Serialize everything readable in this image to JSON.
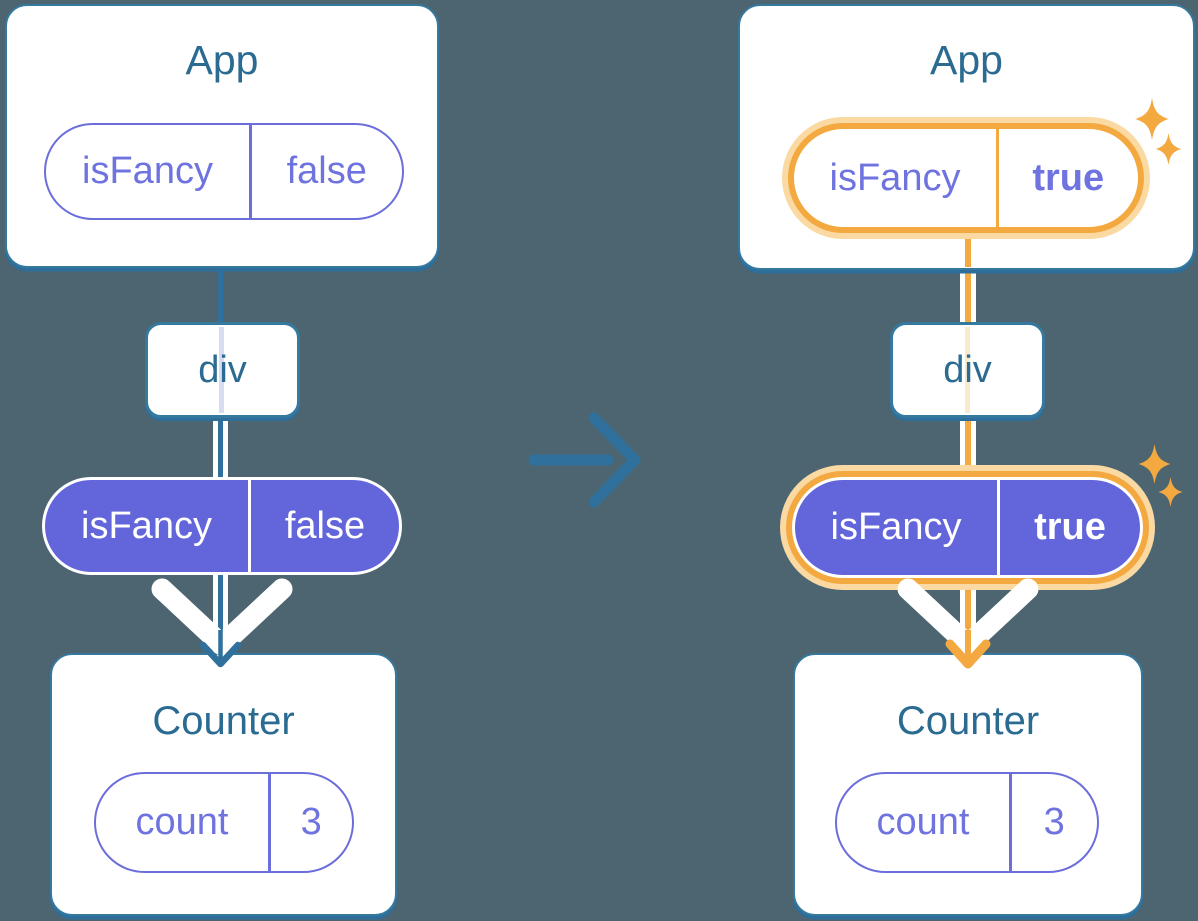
{
  "diagram": {
    "description": "Passing state down: isFancy prop flows from App through div to Counter",
    "transition": "before-to-after"
  },
  "trees": {
    "before": {
      "app": {
        "title": "App",
        "prop": {
          "label": "isFancy",
          "value": "false"
        }
      },
      "middle": {
        "label": "div"
      },
      "passed": {
        "label": "isFancy",
        "value": "false"
      },
      "counter": {
        "title": "Counter",
        "state": {
          "label": "count",
          "value": "3"
        }
      }
    },
    "after": {
      "app": {
        "title": "App",
        "prop": {
          "label": "isFancy",
          "value": "true"
        }
      },
      "middle": {
        "label": "div"
      },
      "passed": {
        "label": "isFancy",
        "value": "true"
      },
      "counter": {
        "title": "Counter",
        "state": {
          "label": "count",
          "value": "3"
        }
      }
    }
  },
  "colors": {
    "background": "#4C6571",
    "card_stroke": "#35799F",
    "heading_text": "#2B6B92",
    "purple_fill": "#6365DA",
    "purple_stroke": "#6B6EDB",
    "purple_text": "#6F73DF",
    "highlight_orange": "#F3A93F",
    "highlight_orange_light": "#FAD9A2",
    "lavender_trace": "#D7DCF2",
    "orange_trace": "#FBE9CC",
    "white": "#FFFFFF"
  }
}
